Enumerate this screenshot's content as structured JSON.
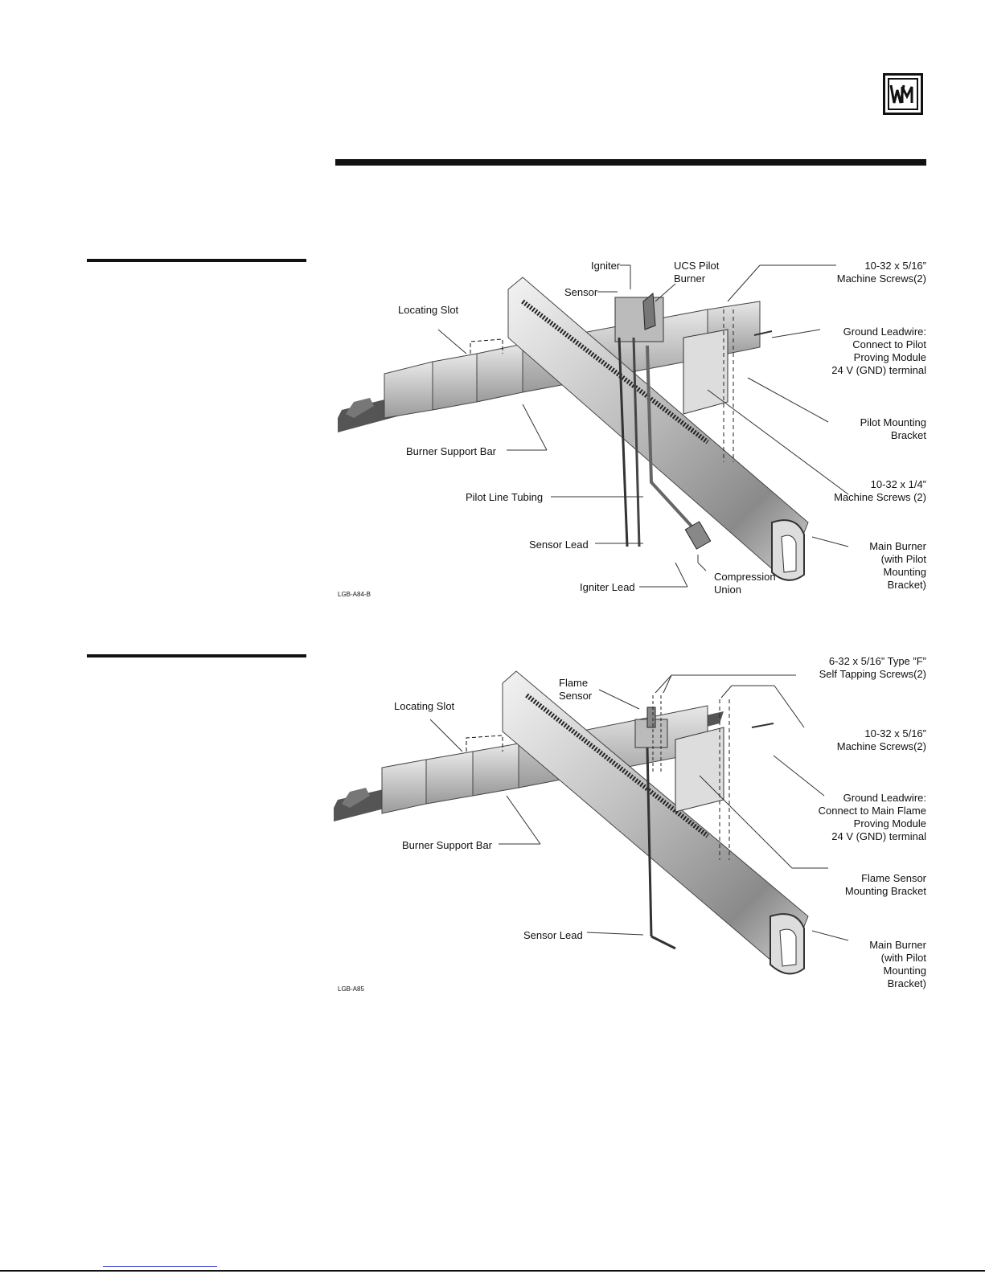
{
  "figure1": {
    "code": "LGB-A84-B",
    "labels": {
      "igniter": "Igniter",
      "ucs_pilot": "UCS Pilot\nBurner",
      "sensor": "Sensor",
      "machine_screws_top": "10-32 x 5/16”\nMachine Screws(2)",
      "locating_slot": "Locating Slot",
      "ground_leadwire": "Ground Leadwire:\nConnect to Pilot\nProving Module\n24 V (GND) terminal",
      "pilot_mounting_bracket": "Pilot Mounting\nBracket",
      "burner_support_bar": "Burner Support Bar",
      "machine_screws_mid": "10-32 x 1/4”\nMachine Screws (2)",
      "pilot_line_tubing": "Pilot Line Tubing",
      "sensor_lead": "Sensor Lead",
      "main_burner": "Main Burner\n(with Pilot\nMounting\nBracket)",
      "compression_union": "Compression\nUnion",
      "igniter_lead": "Igniter Lead"
    }
  },
  "figure2": {
    "code": "LGB-A85",
    "labels": {
      "self_tapping_screws": "6-32 x 5/16” Type ”F”\nSelf Tapping Screws(2)",
      "flame_sensor": "Flame\nSensor",
      "locating_slot": "Locating Slot",
      "machine_screws": "10-32 x 5/16”\nMachine Screws(2)",
      "ground_leadwire": "Ground Leadwire:\nConnect to Main Flame\nProving Module\n24 V (GND) terminal",
      "burner_support_bar": "Burner Support Bar",
      "flame_sensor_bracket": "Flame Sensor\nMounting Bracket",
      "sensor_lead": "Sensor Lead",
      "main_burner": "Main Burner\n(with Pilot\nMounting\nBracket)"
    }
  }
}
